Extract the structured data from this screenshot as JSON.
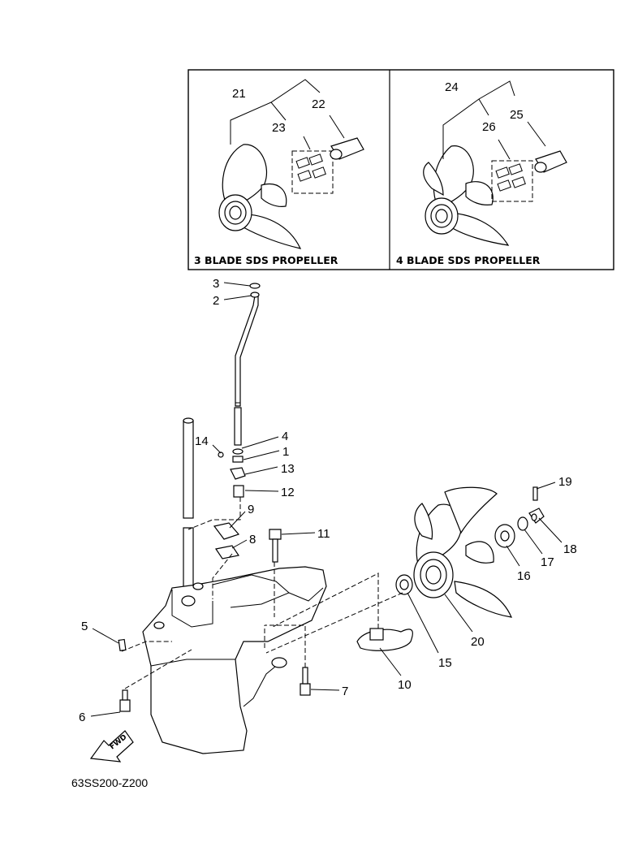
{
  "diagram": {
    "code": "63SS200-Z200",
    "fwd_label": "FWD",
    "inset_left_label": "3 BLADE SDS PROPELLER",
    "inset_right_label": "4 BLADE SDS PROPELLER"
  },
  "callouts": {
    "n1": "1",
    "n2": "2",
    "n3": "3",
    "n4": "4",
    "n5": "5",
    "n6": "6",
    "n7": "7",
    "n8": "8",
    "n9": "9",
    "n10": "10",
    "n11": "11",
    "n12": "12",
    "n13": "13",
    "n14": "14",
    "n15": "15",
    "n16": "16",
    "n17": "17",
    "n18": "18",
    "n19": "19",
    "n20": "20",
    "n21": "21",
    "n22": "22",
    "n23": "23",
    "n24": "24",
    "n25": "25",
    "n26": "26"
  }
}
